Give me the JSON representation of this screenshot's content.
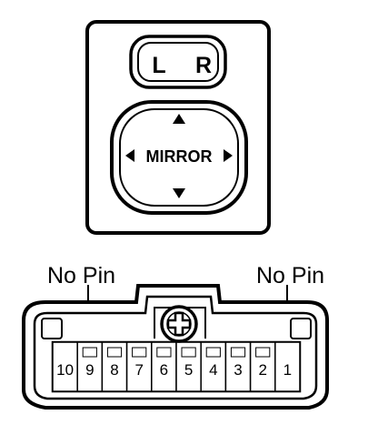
{
  "switch": {
    "lr_button": {
      "left_label": "L",
      "right_label": "R"
    },
    "mirror_pad": {
      "label": "MIRROR"
    }
  },
  "connector": {
    "left_callout": "No Pin",
    "right_callout": "No Pin",
    "pins": [
      "10",
      "9",
      "8",
      "7",
      "6",
      "5",
      "4",
      "3",
      "2",
      "1"
    ]
  }
}
